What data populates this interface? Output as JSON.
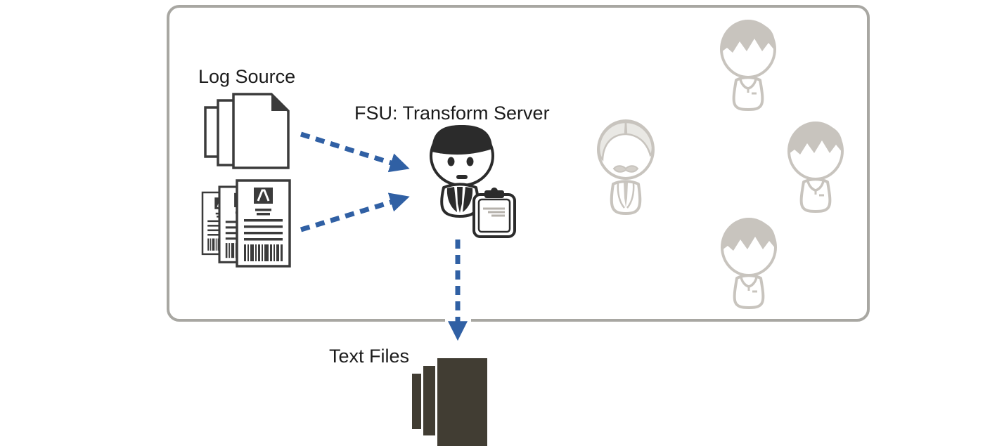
{
  "colors": {
    "accent_blue": "#3060A4",
    "frame_gray": "#A8A7A2",
    "ink": "#2B2B2B",
    "doc_stroke": "#3B3B3B",
    "dark_file": "#413D33",
    "ghost_gray": "#C8C4BE",
    "ghost_light": "#E9E8E4",
    "clipboard_line_gray": "#B5B1AB",
    "text": "#1B1B1B"
  },
  "diagram": {
    "labels": {
      "log_source": "Log Source",
      "transform_server": "FSU: Transform Server",
      "text_files": "Text Files"
    },
    "icons": {
      "log_source_docs": "document-stack-icon",
      "log_source_reports": "report-barcode-stack-icon",
      "transform_server": "suited-person-icon",
      "clipboard": "clipboard-icon",
      "text_files_output": "dark-file-stack-icon",
      "inactive_people": [
        "casual-person-icon",
        "mustache-person-icon",
        "casual-person-icon",
        "casual-person-icon"
      ]
    },
    "arrows": [
      {
        "from": "log-source-docs",
        "to": "transform-server",
        "style": "dashed"
      },
      {
        "from": "log-source-reports",
        "to": "transform-server",
        "style": "dashed"
      },
      {
        "from": "transform-server",
        "to": "text-files-output",
        "style": "dashed"
      }
    ]
  }
}
